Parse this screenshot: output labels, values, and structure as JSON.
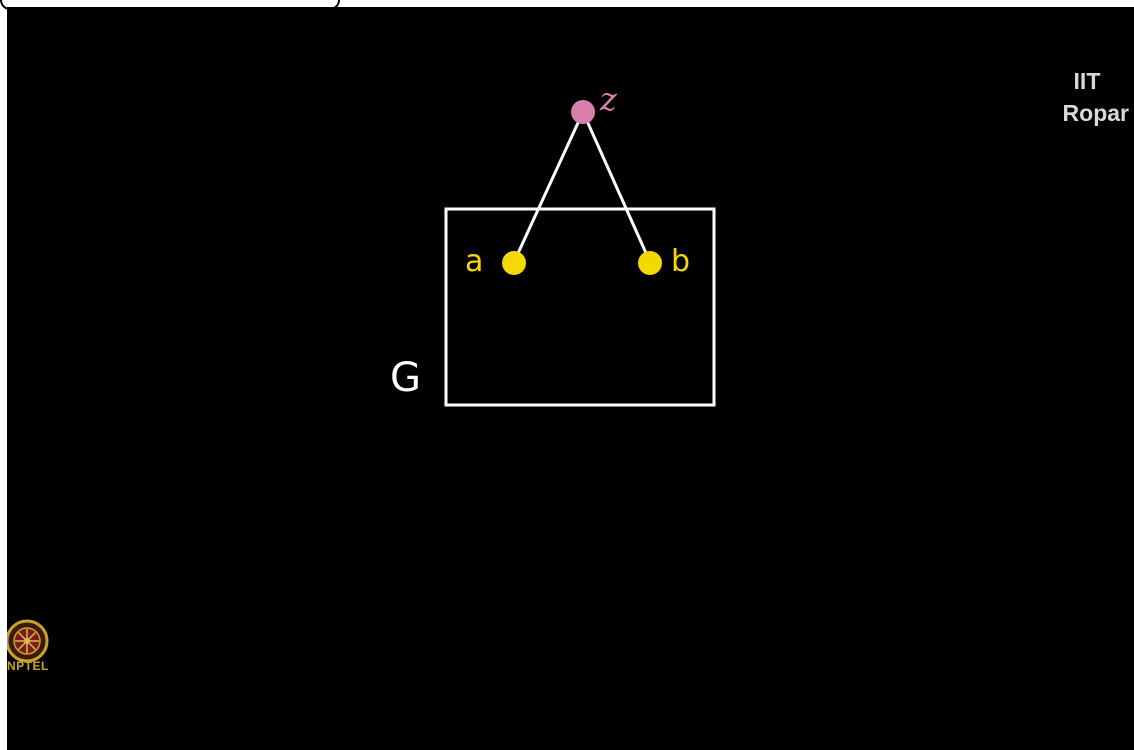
{
  "watermark": {
    "line1": "IIT",
    "line2": "Ropar"
  },
  "logo": {
    "text": "NPTEL",
    "icon": "nptel-wheel-logo"
  },
  "diagram": {
    "graph_label": "G",
    "vertex_a_label": "a",
    "vertex_b_label": "b",
    "vertex_z_label": "z",
    "colors": {
      "background": "#000000",
      "box": "#ffffff",
      "edge": "#ffffff",
      "inner_vertex": "#f5d800",
      "inner_label": "#f5d800",
      "outer_vertex": "#d97fb0",
      "outer_label": "#d97fb0",
      "graph_label": "#ffffff"
    }
  }
}
